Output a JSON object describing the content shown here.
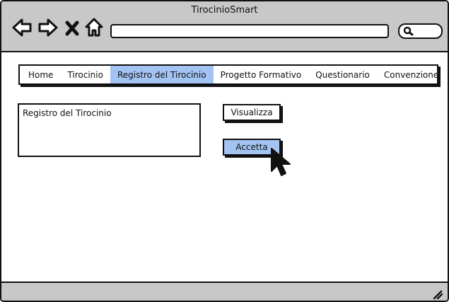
{
  "window": {
    "title": "TirocinioSmart"
  },
  "toolbar": {
    "icons": [
      "back-arrow-icon",
      "forward-arrow-icon",
      "close-x-icon",
      "home-icon",
      "search-icon"
    ],
    "address_value": "",
    "search_value": ""
  },
  "menu": {
    "items": [
      "Home",
      "Tirocinio",
      "Registro del Tirocinio",
      "Progetto Formativo",
      "Questionario",
      "Convenzione"
    ],
    "active": "Registro del Tirocinio"
  },
  "content": {
    "panel_label": "Registro del Tirocinio",
    "visualizza_label": "Visualizza",
    "accetta_label": "Accetta"
  },
  "colors": {
    "chrome": "#c8c8c8",
    "accent": "#a3c4f3",
    "ink": "#111111"
  }
}
